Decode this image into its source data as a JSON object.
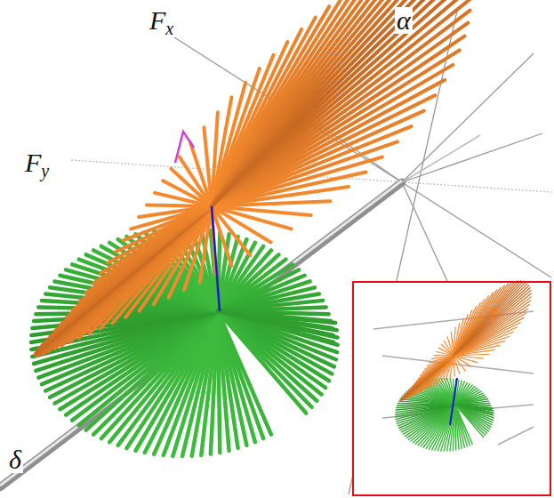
{
  "diagram": {
    "labels": [
      "Fx",
      "Fy",
      "α",
      "δ"
    ]
  }
}
